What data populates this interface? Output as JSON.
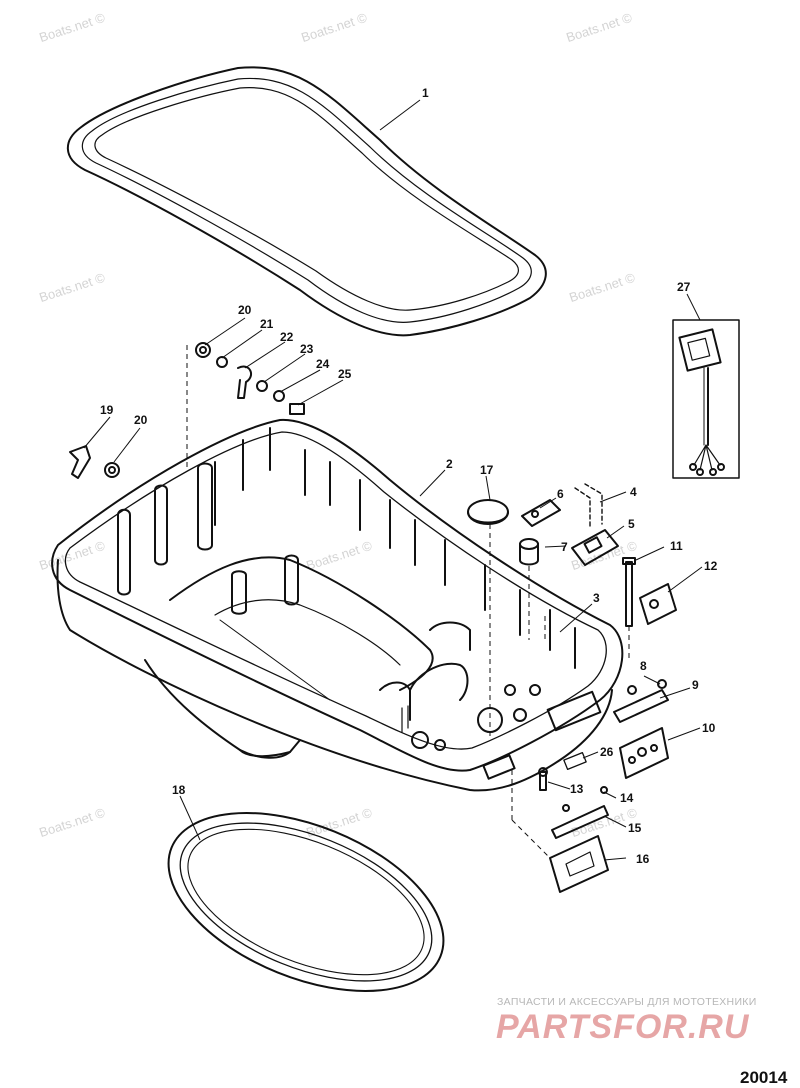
{
  "watermark": "Boats.net ©",
  "parts": [
    {
      "num": "1"
    },
    {
      "num": "2"
    },
    {
      "num": "3"
    },
    {
      "num": "4"
    },
    {
      "num": "5"
    },
    {
      "num": "6"
    },
    {
      "num": "7"
    },
    {
      "num": "8"
    },
    {
      "num": "9"
    },
    {
      "num": "10"
    },
    {
      "num": "11"
    },
    {
      "num": "12"
    },
    {
      "num": "13"
    },
    {
      "num": "14"
    },
    {
      "num": "15"
    },
    {
      "num": "16"
    },
    {
      "num": "17"
    },
    {
      "num": "18"
    },
    {
      "num": "19"
    },
    {
      "num": "20"
    },
    {
      "num": "21"
    },
    {
      "num": "22"
    },
    {
      "num": "23"
    },
    {
      "num": "24"
    },
    {
      "num": "25"
    },
    {
      "num": "26"
    },
    {
      "num": "27"
    }
  ],
  "extra_labels": {
    "part_20b": "20"
  },
  "brand": {
    "subtitle": "ЗАПЧАСТИ И АКСЕССУАРЫ ДЛЯ МОТОТЕХНИКИ",
    "logo": "PARTSFOR.RU"
  },
  "figure_number": "20014"
}
